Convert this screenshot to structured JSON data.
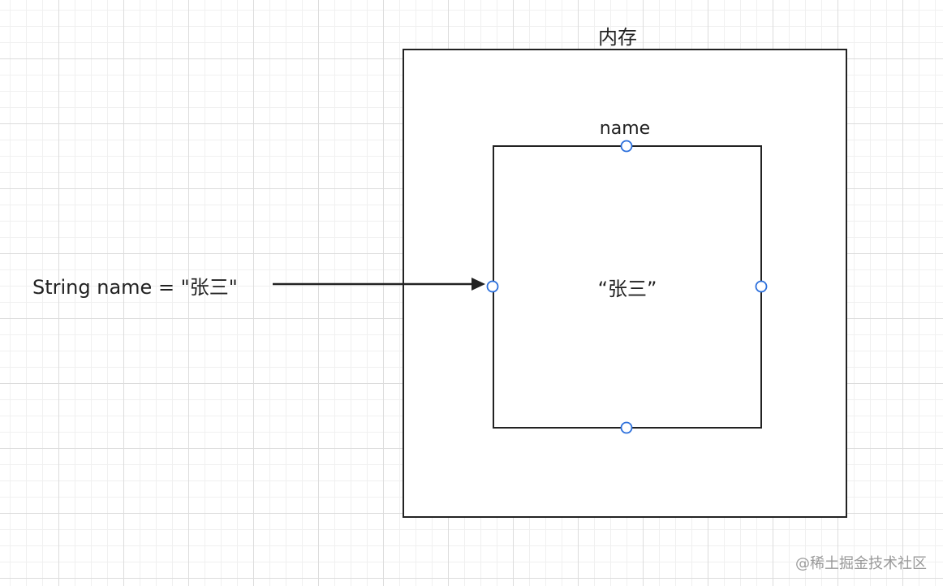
{
  "memory": {
    "label": "内存"
  },
  "variable_box": {
    "name": "name",
    "value": "“张三”"
  },
  "code": {
    "statement": "String name = \"张三\""
  },
  "watermark": {
    "text": "@稀土掘金技术社区"
  },
  "colors": {
    "stroke": "#222222",
    "connector": "#2b6fdc",
    "grid": "#dcdcdc"
  }
}
